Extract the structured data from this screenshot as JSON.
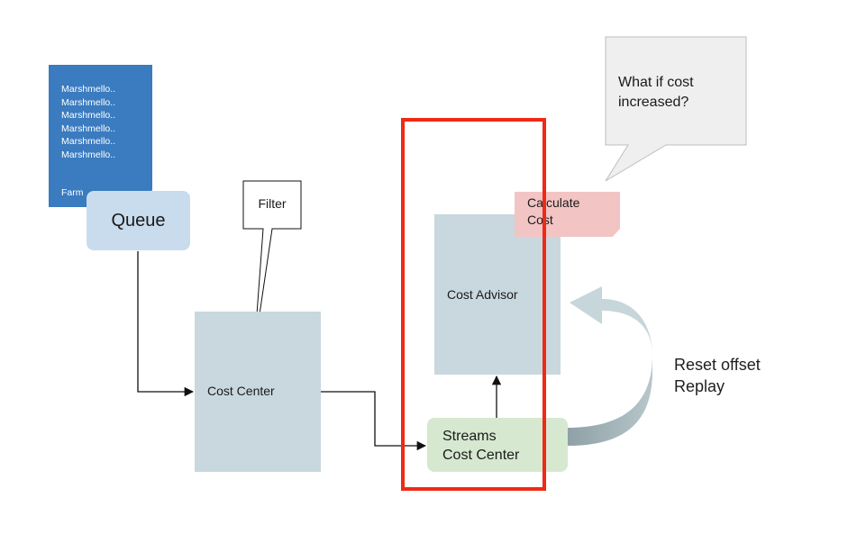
{
  "document": {
    "lines": [
      "Marshmello..",
      "Marshmello..",
      "Marshmello..",
      "Marshmello..",
      "Marshmello..",
      "Marshmello.."
    ],
    "footer": "Farm"
  },
  "queue": {
    "label": "Queue"
  },
  "filter": {
    "label": "Filter"
  },
  "cost_center": {
    "label": "Cost Center"
  },
  "cost_advisor": {
    "label": "Cost Advisor"
  },
  "streams": {
    "line1": "Streams",
    "line2": "Cost Center"
  },
  "calculate_note": {
    "line1": "Calculate",
    "line2": "Cost"
  },
  "question_bubble": {
    "line1": "What if cost",
    "line2": "increased?"
  },
  "replay_label": {
    "line1": "Reset offset",
    "line2": "Replay"
  },
  "colors": {
    "document": "#3b7bbf",
    "queue": "#c9dcee",
    "service_block": "#c8d8de",
    "streams": "#d6e8d0",
    "note": "#f3c4c4",
    "highlight": "#ee2a16"
  }
}
